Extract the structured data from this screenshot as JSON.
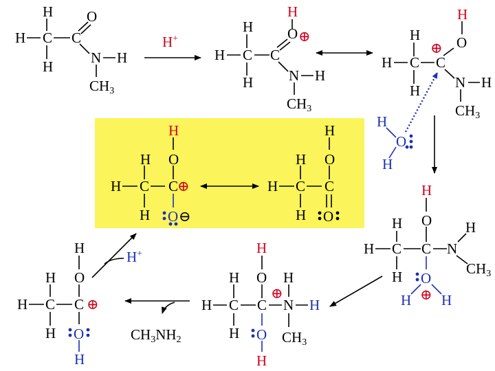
{
  "atoms": {
    "H": "H",
    "C": "C",
    "O": "O",
    "N": "N",
    "CH3": "CH",
    "three": "3"
  },
  "charges": {
    "plus": "⊕",
    "minus": "⊖"
  },
  "reagents": {
    "acid_H": "H",
    "acid_plus": "+",
    "released_H": "H",
    "released_plus": "+",
    "amine_CH": "CH",
    "amine_sub3": "3",
    "amine_NH": "NH",
    "amine_sub2": "2"
  },
  "colors": {
    "highlight": "#fbf45a",
    "proton": "#d0021b",
    "water": "#1a2fb8",
    "bond": "#000000"
  },
  "icons": {
    "forward_arrow": "arrow-right-icon",
    "equilibrium": "double-headed-arrow-icon",
    "attack": "dotted-attack-arrow-icon",
    "curved": "curved-arrow-icon"
  }
}
